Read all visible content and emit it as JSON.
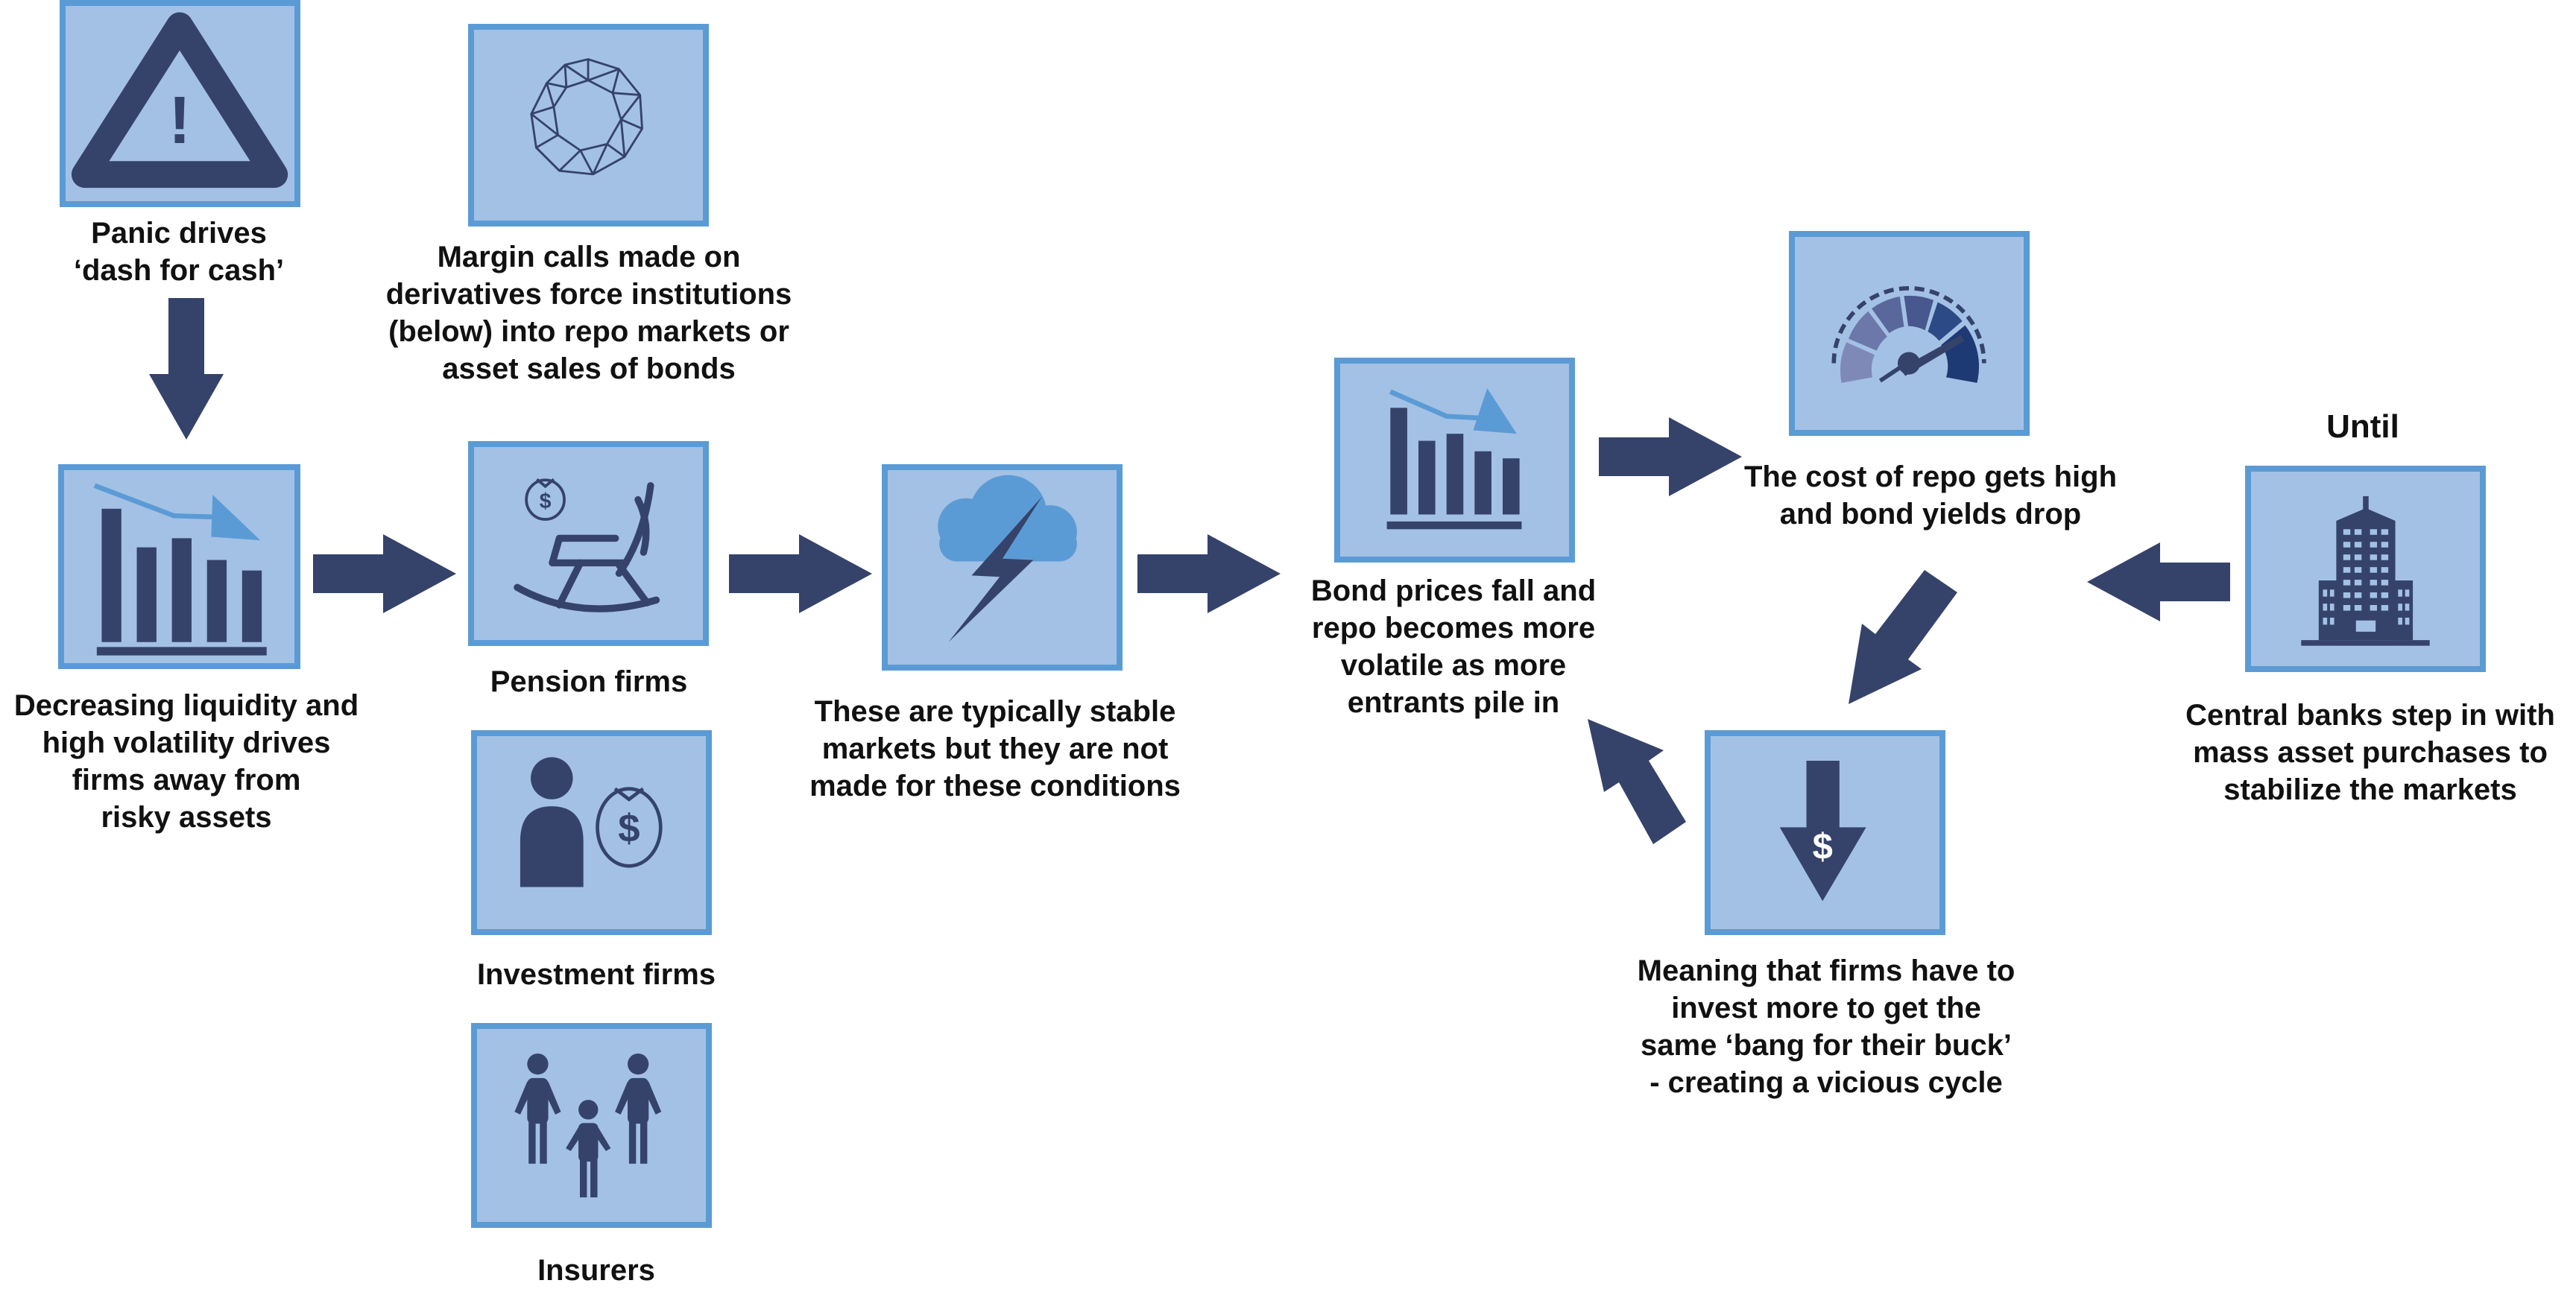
{
  "colors": {
    "box_fill": "#a3c1e4",
    "box_border": "#5b9bd5",
    "icon_dark": "#35436b",
    "icon_accent": "#5b9bd5",
    "arrow": "#35436b",
    "text": "#111111"
  },
  "steps": {
    "panic": {
      "icon": "warning-icon",
      "label": "Panic drives\n‘dash for cash’"
    },
    "margin": {
      "icon": "polyhedron-icon",
      "label": "Margin calls made on\nderivatives force institutions\n(below) into repo markets or\nasset sales of bonds"
    },
    "liquidity": {
      "icon": "declining-bar-chart-icon",
      "label": "Decreasing liquidity and\nhigh volatility drives\nfirms away from\nrisky assets"
    },
    "pension": {
      "icon": "rocking-chair-icon",
      "label": "Pension firms"
    },
    "investment": {
      "icon": "person-money-bag-icon",
      "label": "Investment firms"
    },
    "insurers": {
      "icon": "family-icon",
      "label": "Insurers"
    },
    "stable": {
      "icon": "storm-cloud-icon",
      "label": "These are typically stable\nmarkets but they are not\nmade for these conditions"
    },
    "bond": {
      "icon": "declining-bar-chart-icon",
      "label": "Bond prices fall and\nrepo becomes more\nvolatile as more\nentrants pile in"
    },
    "cost": {
      "icon": "speedometer-icon",
      "label": "The cost of repo gets high\nand bond yields drop"
    },
    "meaning": {
      "icon": "dollar-down-arrow-icon",
      "label": "Meaning that firms have to\ninvest more to get the\nsame ‘bang for their buck’\n- creating a vicious cycle"
    },
    "central": {
      "icon": "skyscraper-icon",
      "heading": "Until",
      "label": "Central banks step in with\nmass asset purchases to\nstabilize the markets"
    }
  }
}
